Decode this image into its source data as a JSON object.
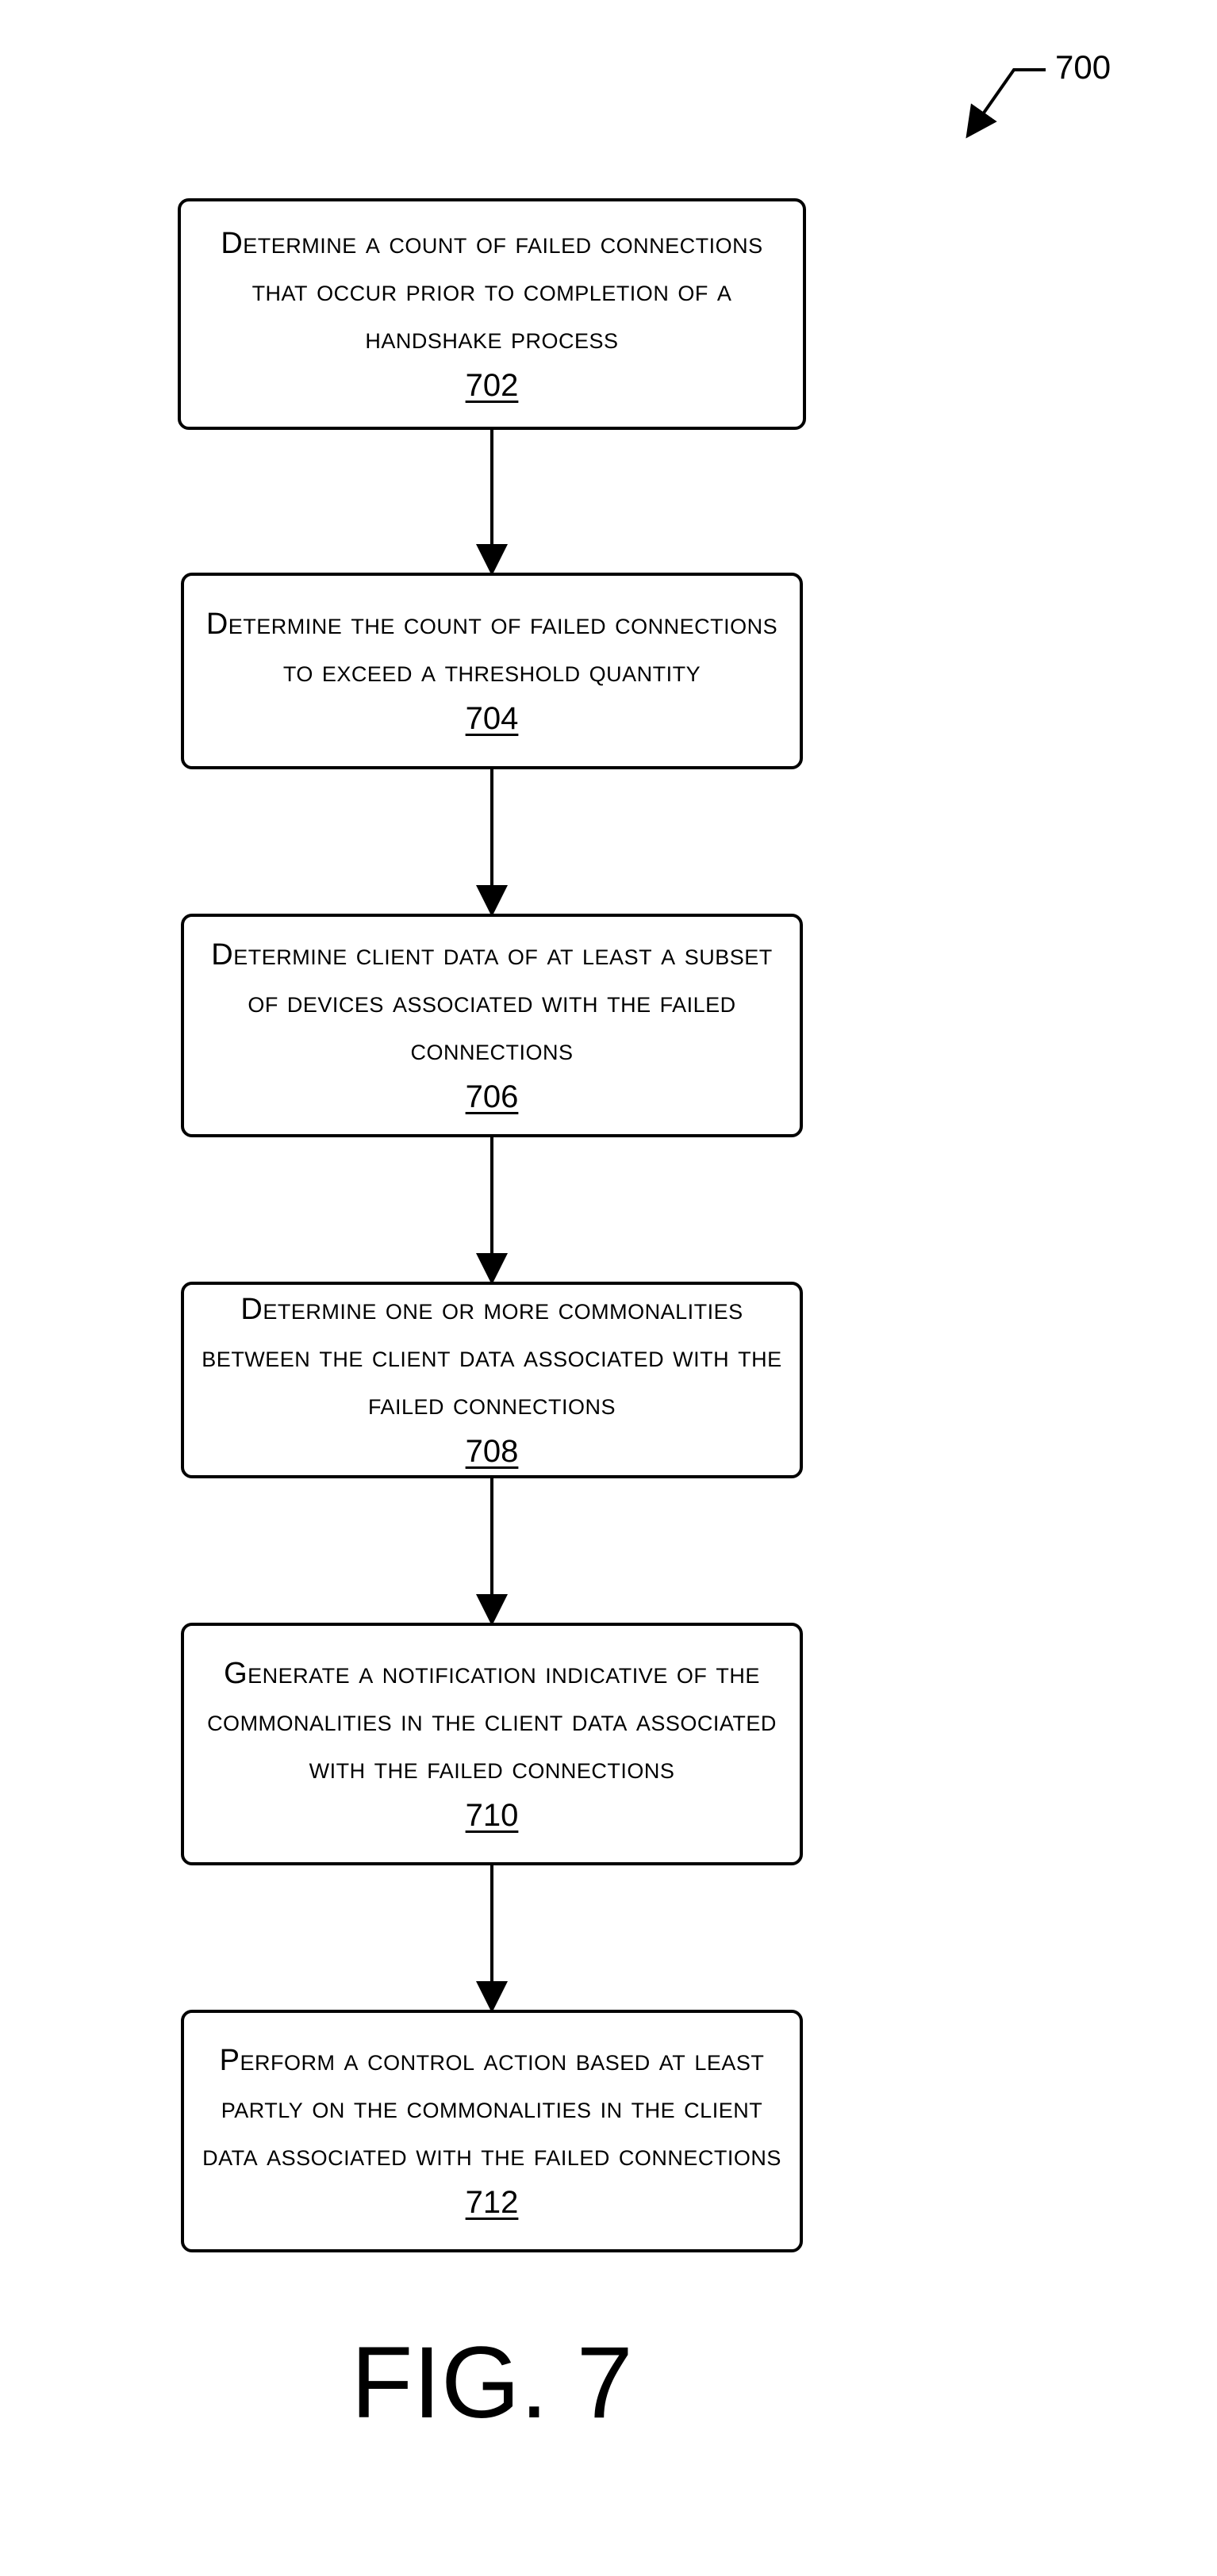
{
  "diagram": {
    "ref": "700",
    "figure_label": "FIG. 7",
    "steps": [
      {
        "text": "Determine a count of failed connections that occur prior to completion of a handshake process",
        "num": "702"
      },
      {
        "text": "Determine the count of failed connections to exceed a threshold quantity",
        "num": "704"
      },
      {
        "text": "Determine client data of at least a subset of devices associated with the failed connections",
        "num": "706"
      },
      {
        "text": "Determine one or more commonalities between the client data associated with the failed connections",
        "num": "708"
      },
      {
        "text": "Generate a notification indicative of the commonalities in the client data associated with the failed connections",
        "num": "710"
      },
      {
        "text": "Perform a control action based at least partly on the commonalities in the client data associated with the failed connections",
        "num": "712"
      }
    ]
  }
}
